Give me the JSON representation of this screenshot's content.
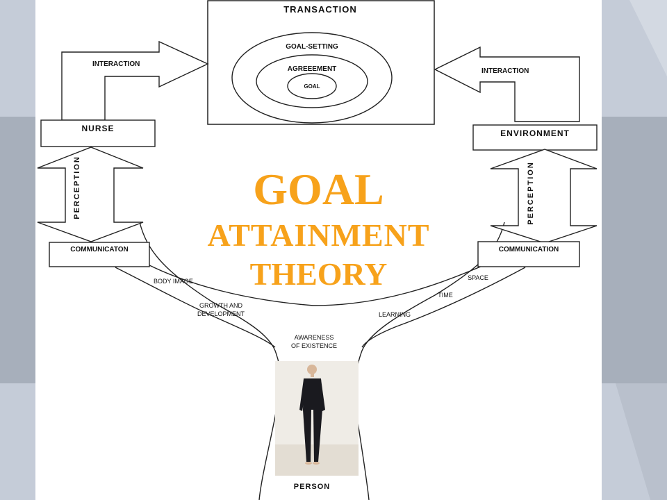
{
  "diagram": {
    "transaction": "TRANSACTION",
    "goal_setting": "GOAL-SETTING",
    "agreement": "AGREEEMENT",
    "goal": "GOAL",
    "interaction_left": "INTERACTION",
    "interaction_right": "INTERACTION",
    "nurse": "NURSE",
    "environment": "ENVIRONMENT",
    "perception_left": "PERCEPTION",
    "perception_right": "PERCEPTION",
    "communication_left": "COMMUNICATON",
    "communication_right": "COMMUNICATION",
    "body_image": "BODY IMAGE",
    "growth_line1": "GROWTH AND",
    "growth_line2": "DEVELOPMENT",
    "space": "SPACE",
    "time": "TIME",
    "learning": "LEARNING",
    "awareness_line1": "AWARENESS",
    "awareness_line2": "OF EXISTENCE",
    "person": "PERSON"
  },
  "title": {
    "line1": "GOAL",
    "line2": "ATTAINMENT",
    "line3": "THEORY"
  },
  "colors": {
    "title": "#f7a21b",
    "background_light": "#c5ccd8",
    "background_band": "#a7afbb"
  },
  "icons": [
    "person-photo",
    "arrow-right",
    "arrow-left",
    "double-arrow-vertical"
  ]
}
